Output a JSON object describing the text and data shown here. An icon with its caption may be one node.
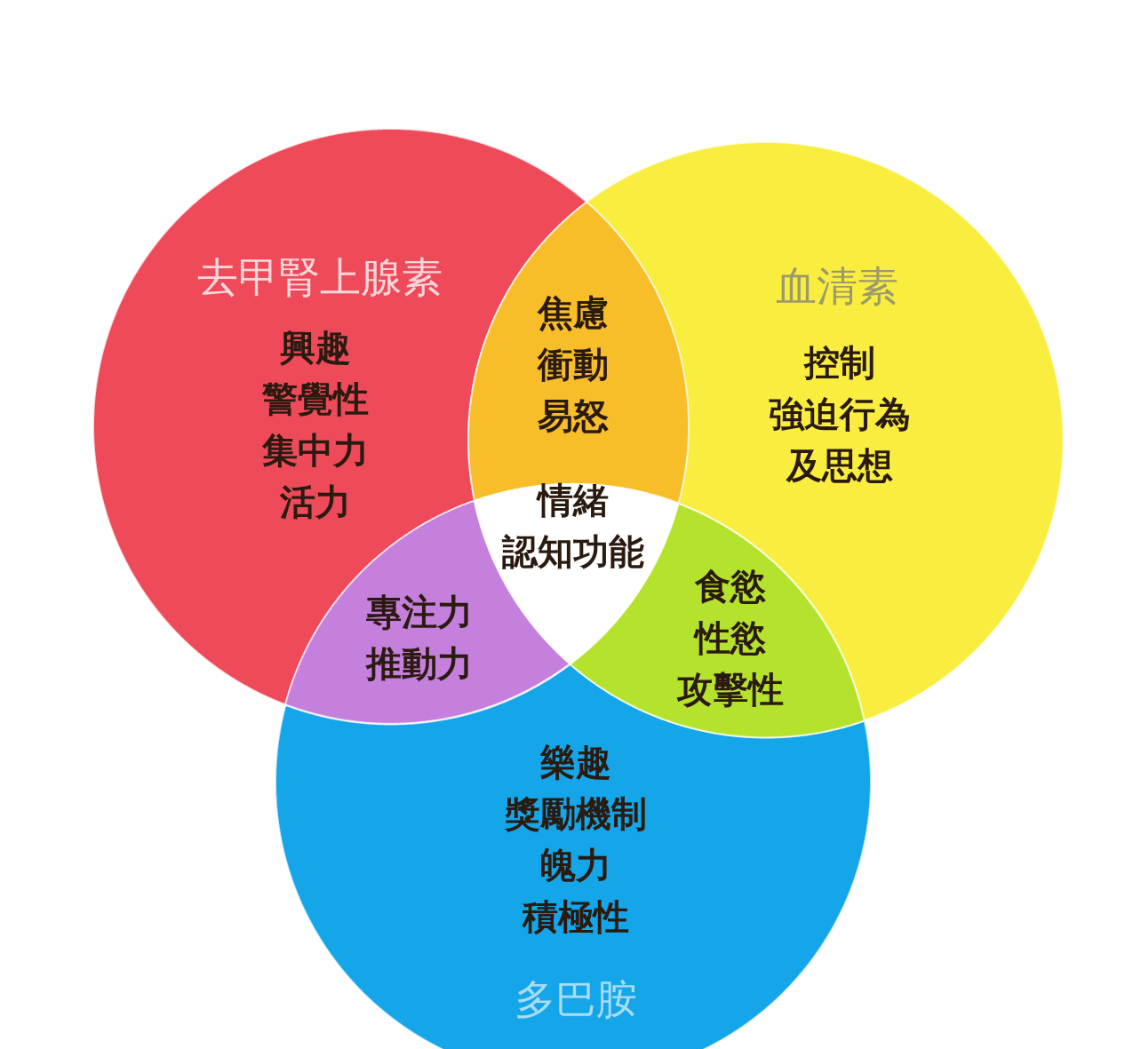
{
  "diagram": {
    "nodes": [
      {
        "text": [
          "去甲腎上腺素",
          "興趣",
          "警覺性",
          "集中力",
          "活力"
        ]
      },
      {
        "text": [
          "血清素",
          "控制",
          "強迫行為及思想"
        ]
      },
      {
        "text": [
          "樂趣",
          "獎勵機制",
          "魄力",
          "積極性",
          "多巴胺"
        ]
      },
      {
        "text": [
          "焦慮",
          "衝動",
          "易怒"
        ]
      },
      {
        "text": [
          "專注力",
          "推動力"
        ]
      },
      {
        "text": [
          "食慾",
          "性慾",
          "攻擊性"
        ]
      },
      {
        "text": [
          "情緒",
          "認知功能"
        ]
      }
    ],
    "edges": []
  }
}
